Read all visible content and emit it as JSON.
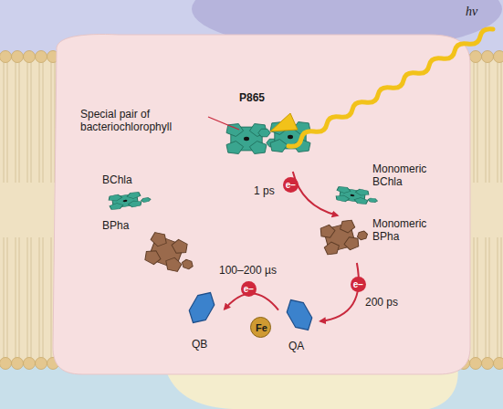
{
  "diagram": {
    "nodes": [
      {
        "text": [
          "P865",
          "Special pair of bacteriochlorophyll"
        ]
      },
      {
        "text": [
          "BChla"
        ]
      },
      {
        "text": [
          "Monomeric BChla"
        ]
      },
      {
        "text": [
          "BPha"
        ]
      },
      {
        "text": [
          "Monomeric BPha"
        ]
      },
      {
        "text": [
          "QA"
        ]
      },
      {
        "text": [
          "QB"
        ]
      },
      {
        "text": [
          "Fe"
        ]
      }
    ],
    "edges": [
      {
        "from": 0,
        "to": 4,
        "label": "1 ps",
        "arrow": "to"
      },
      {
        "from": 4,
        "to": 5,
        "label": "200 ps",
        "arrow": "to"
      },
      {
        "from": 5,
        "to": 6,
        "label": "100–200 µs",
        "arrow": "to"
      }
    ],
    "labels": [
      "hν",
      "e−",
      "e−",
      "e−"
    ]
  }
}
